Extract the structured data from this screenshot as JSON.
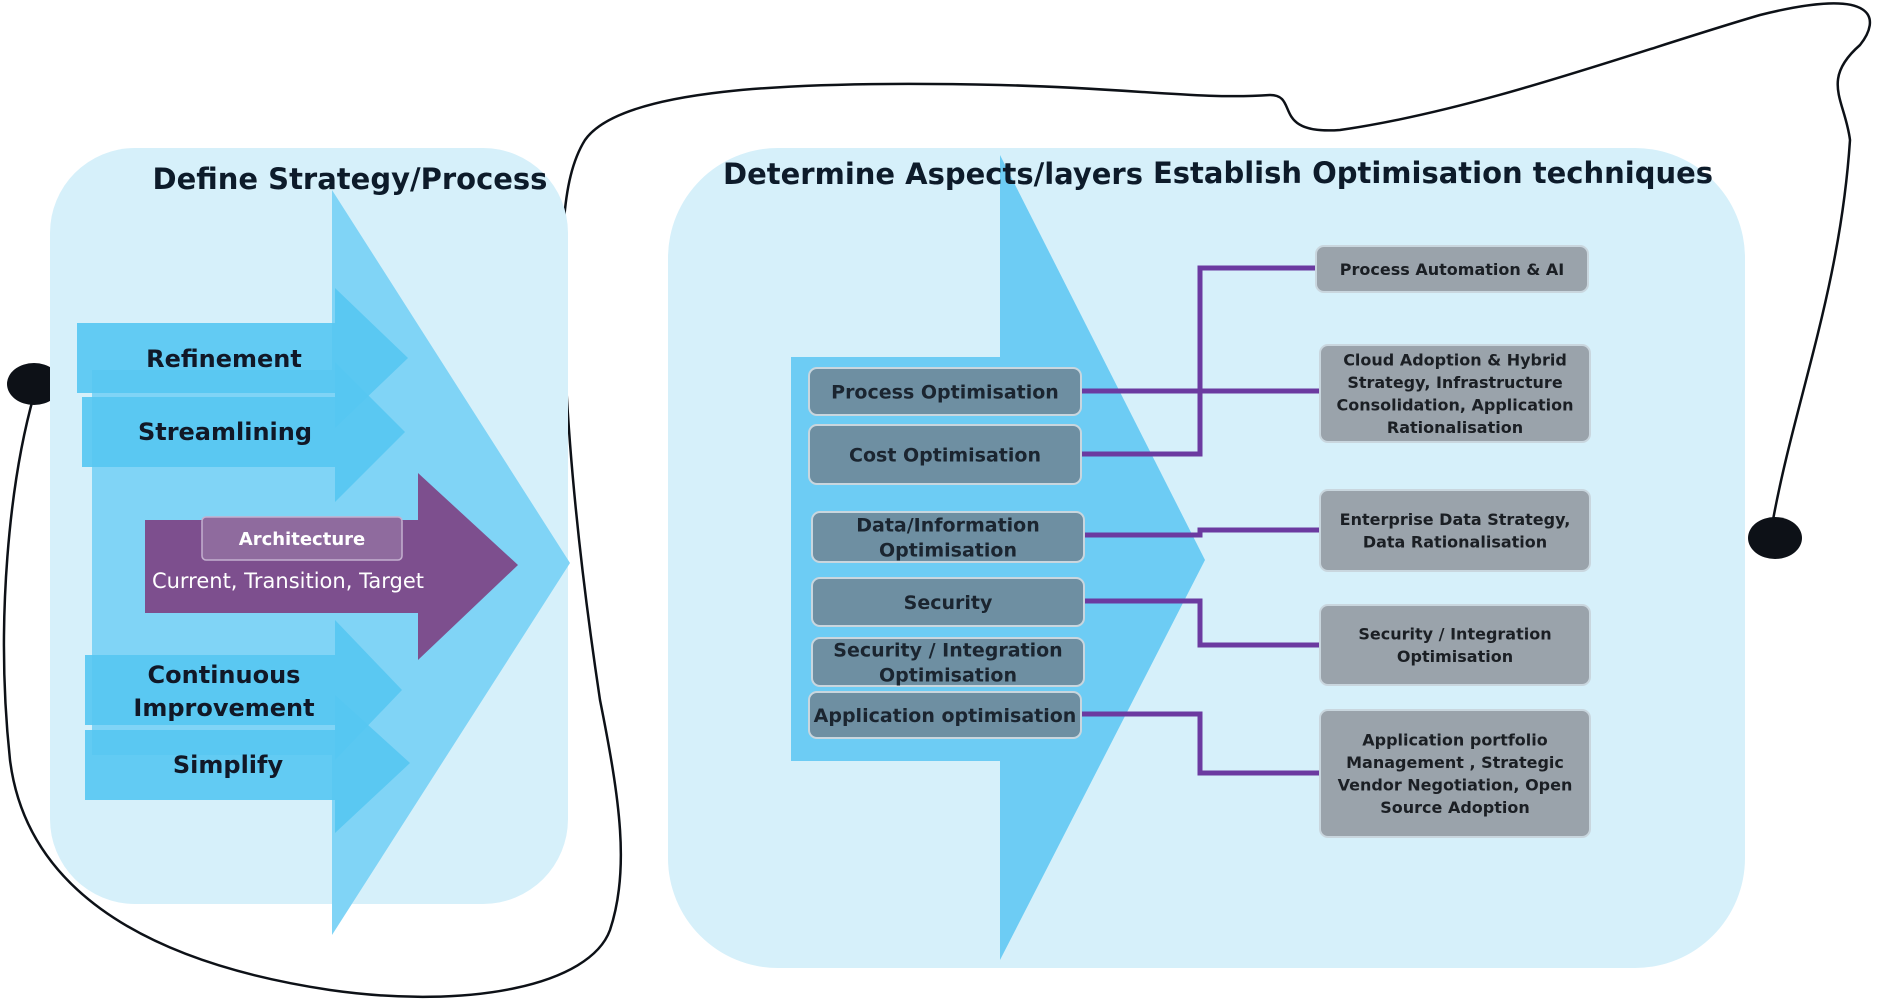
{
  "left_panel": {
    "title": "Define Strategy/Process",
    "items": [
      "Refinement",
      "Streamlining",
      "Continuous",
      "Improvement",
      "Simplify"
    ],
    "architecture": {
      "label": "Architecture",
      "subtitle": "Current, Transition, Target"
    }
  },
  "right_panel": {
    "title_aspects": "Determine Aspects/layers",
    "title_techniques": "Establish Optimisation techniques",
    "aspects": [
      [
        "Process Optimisation"
      ],
      [
        "Cost Optimisation"
      ],
      [
        "Data/Information",
        "Optimisation"
      ],
      [
        "Security"
      ],
      [
        "Security / Integration",
        "Optimisation"
      ],
      [
        "Application optimisation"
      ]
    ],
    "techniques": [
      [
        "Process Automation & AI"
      ],
      [
        "Cloud Adoption & Hybrid",
        "Strategy, Infrastructure",
        "Consolidation, Application",
        "Rationalisation"
      ],
      [
        "Enterprise Data Strategy,",
        "Data Rationalisation"
      ],
      [
        "Security / Integration",
        "Optimisation"
      ],
      [
        "Application portfolio",
        "Management , Strategic",
        "Vendor Negotiation, Open",
        "Source Adoption"
      ]
    ]
  },
  "colors": {
    "panel_bg": "#d6f0fa",
    "big_arrow": "#80d4f6",
    "small_arrow": "#55c6f2",
    "architecture_arrow": "#7d4f8e",
    "aspect_box": "#6e8fa2",
    "technique_box": "#9aa3ab",
    "connector": "#6b3aa0",
    "outline": "#0d1117"
  }
}
